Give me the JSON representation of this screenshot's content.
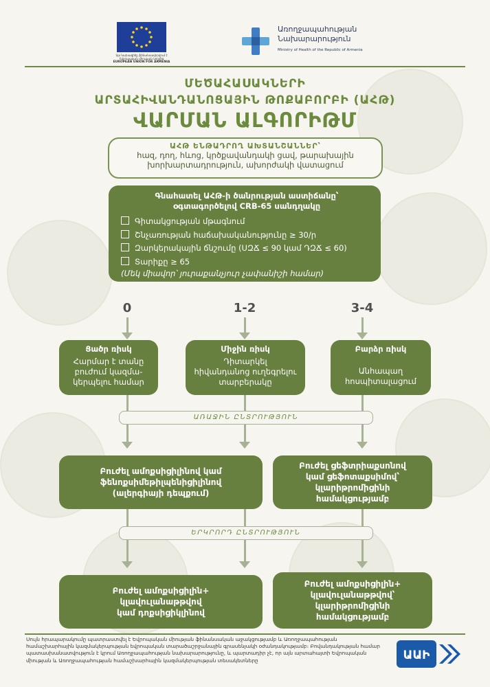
{
  "header": {
    "eu_caption_line1": "Այս նախագիծը ֆինանսավորվում է Եվրոպական միության կողմից",
    "eu_caption_line2": "EUROPEAN UNION FOR ARMENIA",
    "moh_title_line1": "Առողջապահության",
    "moh_title_line2": "Նախարարություն",
    "moh_subtitle": "Ministry of Health of the Republic of Armenia"
  },
  "title": {
    "line1": "ՄԵԾԱՀԱՍԱԿՆԵՐԻ",
    "line2": "ԱՐՏԱՀԻՎԱՆԴԱՆՈՑԱՅԻՆ ԹՈՔԱԲՈՐԲԻ (ԱՀԹ)",
    "line3": "ՎԱՐՄԱՆ ԱԼԳՈՐԻԹՄ"
  },
  "symptoms": {
    "title": "ԱՀԹ ԵՆԹԱԴՐՈՂ ԱԽՏԱՆՇԱՆՆԵՐ՝",
    "text_line1": "հազ, դող, հևոց, կրծքավանդակի ցավ, թարախային",
    "text_line2": "խորխարտադրություն, ախորժակի վատացում"
  },
  "assessment": {
    "heading_line1": "Գնահատել ԱՀԹ-ի ծանրության աստիճանը՝",
    "heading_line2": "օգտագործելով CRB-65 սանդղակը",
    "items": [
      "Գիտակցության մթագնում",
      "Շնչառության հաճախականությունը ≥ 30/ր",
      "Զարկերակային ճնշումը (ՍԶՃ ≤ 90 կամ ԴԶՃ ≤ 60)",
      "Տարիքը ≥ 65"
    ],
    "note": "(Մեկ միավոր՝ յուրաքանչյուր չափանիշի համար)"
  },
  "scores": [
    "0",
    "1-2",
    "3-4"
  ],
  "risks": [
    {
      "heading": "Ցածր ռիսկ",
      "text_lines": [
        "Հարմար է տանը",
        "բուժում կազմա-",
        "կերպելու համար"
      ]
    },
    {
      "heading": "Միջին ռիսկ",
      "text_lines": [
        "Դիտարկել",
        "հիվանդանոց ուղեգրելու",
        "տարբերակը"
      ]
    },
    {
      "heading": "Բարձր ռիսկ",
      "text_lines": [
        "Անհապաղ",
        "հոսպիտալացում"
      ]
    }
  ],
  "first_choice_label": "ԱՌԱՋԻՆ ԸՆՏՐՈՒԹՅՈՒՆ",
  "first_choice": {
    "left_lines": [
      "Բուժել ամոքսիցիլինով կամ",
      "ֆենոքսիմեթիլպենիցիլինով",
      "(ալերգիայի դեպքում)"
    ],
    "right_lines": [
      "Բուժել ցեֆտրիաքսոնով",
      "կամ ցեֆոտաքսիմով՝",
      "կլարիթրոմիցինի",
      "համակցությամբ"
    ]
  },
  "second_choice_label": "ԵՐԿՐՈՐԴ ԸՆՏՐՈՒԹՅՈՒՆ",
  "second_choice": {
    "left_lines": [
      "Բուժել ամոքսիցիլին+",
      "կլավուլանաթթվով",
      "կամ դոքսիցիկլինով"
    ],
    "right_lines": [
      "Բուժել ամոքսիցիլին+",
      "կլավուլանաթթվով՝",
      "կլարիթրոմիցինի",
      "համակցությամբ"
    ]
  },
  "footer": {
    "text": "Սույն հրապարակումը պատրաստվել է Եվրոպական միության ֆինանսական աջակցությամբ և Առողջապահության համաշխարհային կազմակերպության եվրոպական տարածաշրջանային գրասենյակի օժանդակությամբ։ Բովանդակության համար պատասխանատվություն է կրում Առողջապահության նախարարությունը, և պարտադիր չէ, որ այն արտահայտի Եվրոպական միության և Առողջապահության համաշխարհային կազմակերպության տեսակետները",
    "logo_text": "ԱԱԻ"
  },
  "colors": {
    "accent": "#677f3f",
    "title": "#6b8a3d",
    "line": "#a7b196",
    "background": "#f6f5ef",
    "eu_blue": "#1f3e97",
    "aai_blue": "#1b5aa8"
  }
}
